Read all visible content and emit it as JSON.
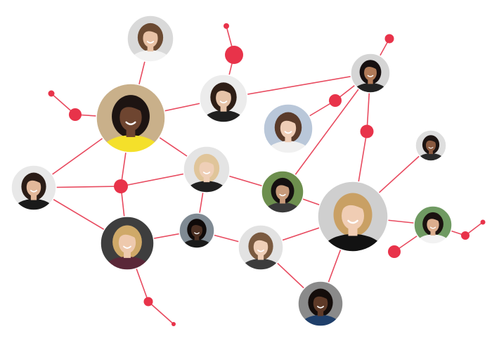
{
  "colors": {
    "edge": "#e84a5f",
    "dot": "#e8334a",
    "background": "#ffffff"
  },
  "portraits": [
    {
      "name": "portrait-woman-brown-hair-top",
      "hair": "#6b4a32",
      "skin": "#e8c2a6",
      "bg": "#d9d9d9",
      "shirt": "#f2f2f2"
    },
    {
      "name": "portrait-woman-yellow-top",
      "hair": "#1d1412",
      "skin": "#6e4530",
      "bg": "#c9b08a",
      "shirt": "#f4e02a"
    },
    {
      "name": "portrait-woman-dark-bun",
      "hair": "#2e1e16",
      "skin": "#e6c3a8",
      "bg": "#ececec",
      "shirt": "#1f1f1f"
    },
    {
      "name": "portrait-woman-long-dark-hair",
      "hair": "#171010",
      "skin": "#b07a58",
      "bg": "#d5d5d5",
      "shirt": "#222222"
    },
    {
      "name": "portrait-woman-short-brown-hair",
      "hair": "#5a3b2a",
      "skin": "#efcdb6",
      "bg": "#b9c7d9",
      "shirt": "#f0f0f0"
    },
    {
      "name": "portrait-woman-dark-curly-left",
      "hair": "#2a1c16",
      "skin": "#e2b89a",
      "bg": "#e8e8e8",
      "shirt": "#1a1a1a"
    },
    {
      "name": "portrait-woman-blonde-center",
      "hair": "#e0c59a",
      "skin": "#efcfb7",
      "bg": "#e4e4e4",
      "shirt": "#202020"
    },
    {
      "name": "portrait-woman-short-dark-hair-green",
      "hair": "#151010",
      "skin": "#c79a7a",
      "bg": "#6d8f4e",
      "shirt": "#3a3a3a"
    },
    {
      "name": "portrait-woman-dark-hair-right",
      "hair": "#1d1412",
      "skin": "#8a5a40",
      "bg": "#dedede",
      "shirt": "#2a2a2a"
    },
    {
      "name": "portrait-woman-blonde-large",
      "hair": "#c9a064",
      "skin": "#f0cdb4",
      "bg": "#cfcfcf",
      "shirt": "#121212"
    },
    {
      "name": "portrait-woman-blonde-bottom-left",
      "hair": "#cfa968",
      "skin": "#eec9ad",
      "bg": "#3e3e3e",
      "shirt": "#5a2738"
    },
    {
      "name": "portrait-woman-black-hair-small",
      "hair": "#0f0a09",
      "skin": "#4a2f22",
      "bg": "#7f8a93",
      "shirt": "#1a1a1a"
    },
    {
      "name": "portrait-woman-light-brown-hair",
      "hair": "#7a5a40",
      "skin": "#efcfb8",
      "bg": "#e2e2e2",
      "shirt": "#3c3c3c"
    },
    {
      "name": "portrait-woman-dark-hair-green-bg",
      "hair": "#1a1210",
      "skin": "#dcae8e",
      "bg": "#6f9a62",
      "shirt": "#f2f2f2"
    },
    {
      "name": "portrait-woman-curly-bottom",
      "hair": "#140d0b",
      "skin": "#5e3a28",
      "bg": "#8a8a8a",
      "shirt": "#1f3f6a"
    }
  ]
}
